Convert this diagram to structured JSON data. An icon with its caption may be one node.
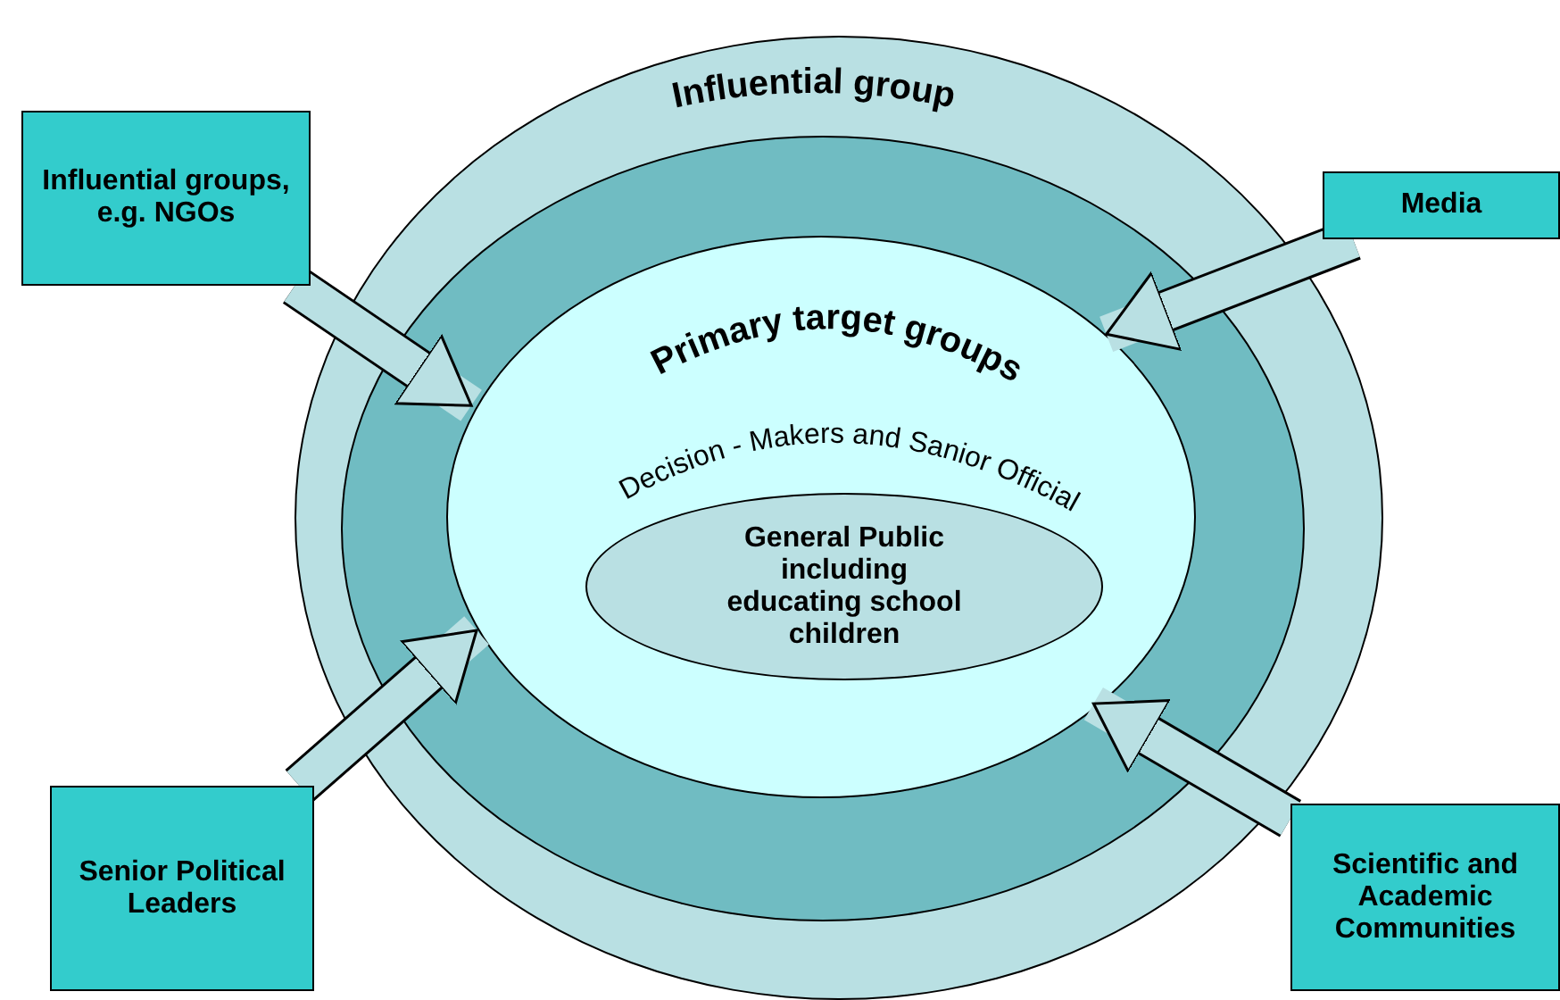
{
  "diagram": {
    "nodes": [
      {
        "text": [
          "Influential group"
        ]
      },
      {
        "text": [],
        "shape": "circle",
        "in": 0
      },
      {
        "text": [
          "Primary target groups",
          "Decision - Makers and Sanior Official"
        ],
        "in": 1
      },
      {
        "text": [
          "General Public including educating school children"
        ],
        "in": 2
      },
      {
        "text": [
          "Influential groups, e.g. NGOs"
        ]
      },
      {
        "text": [
          "Media"
        ]
      },
      {
        "text": [
          "Senior Political Leaders"
        ]
      },
      {
        "text": [
          "Scientific and Academic Communities"
        ]
      }
    ],
    "edges": [
      {
        "from": 4,
        "to": 2,
        "arrow": "to"
      },
      {
        "from": 5,
        "to": 2,
        "arrow": "to"
      },
      {
        "from": 6,
        "to": 2,
        "arrow": "to"
      },
      {
        "from": 7,
        "to": 2,
        "arrow": "to"
      }
    ]
  }
}
